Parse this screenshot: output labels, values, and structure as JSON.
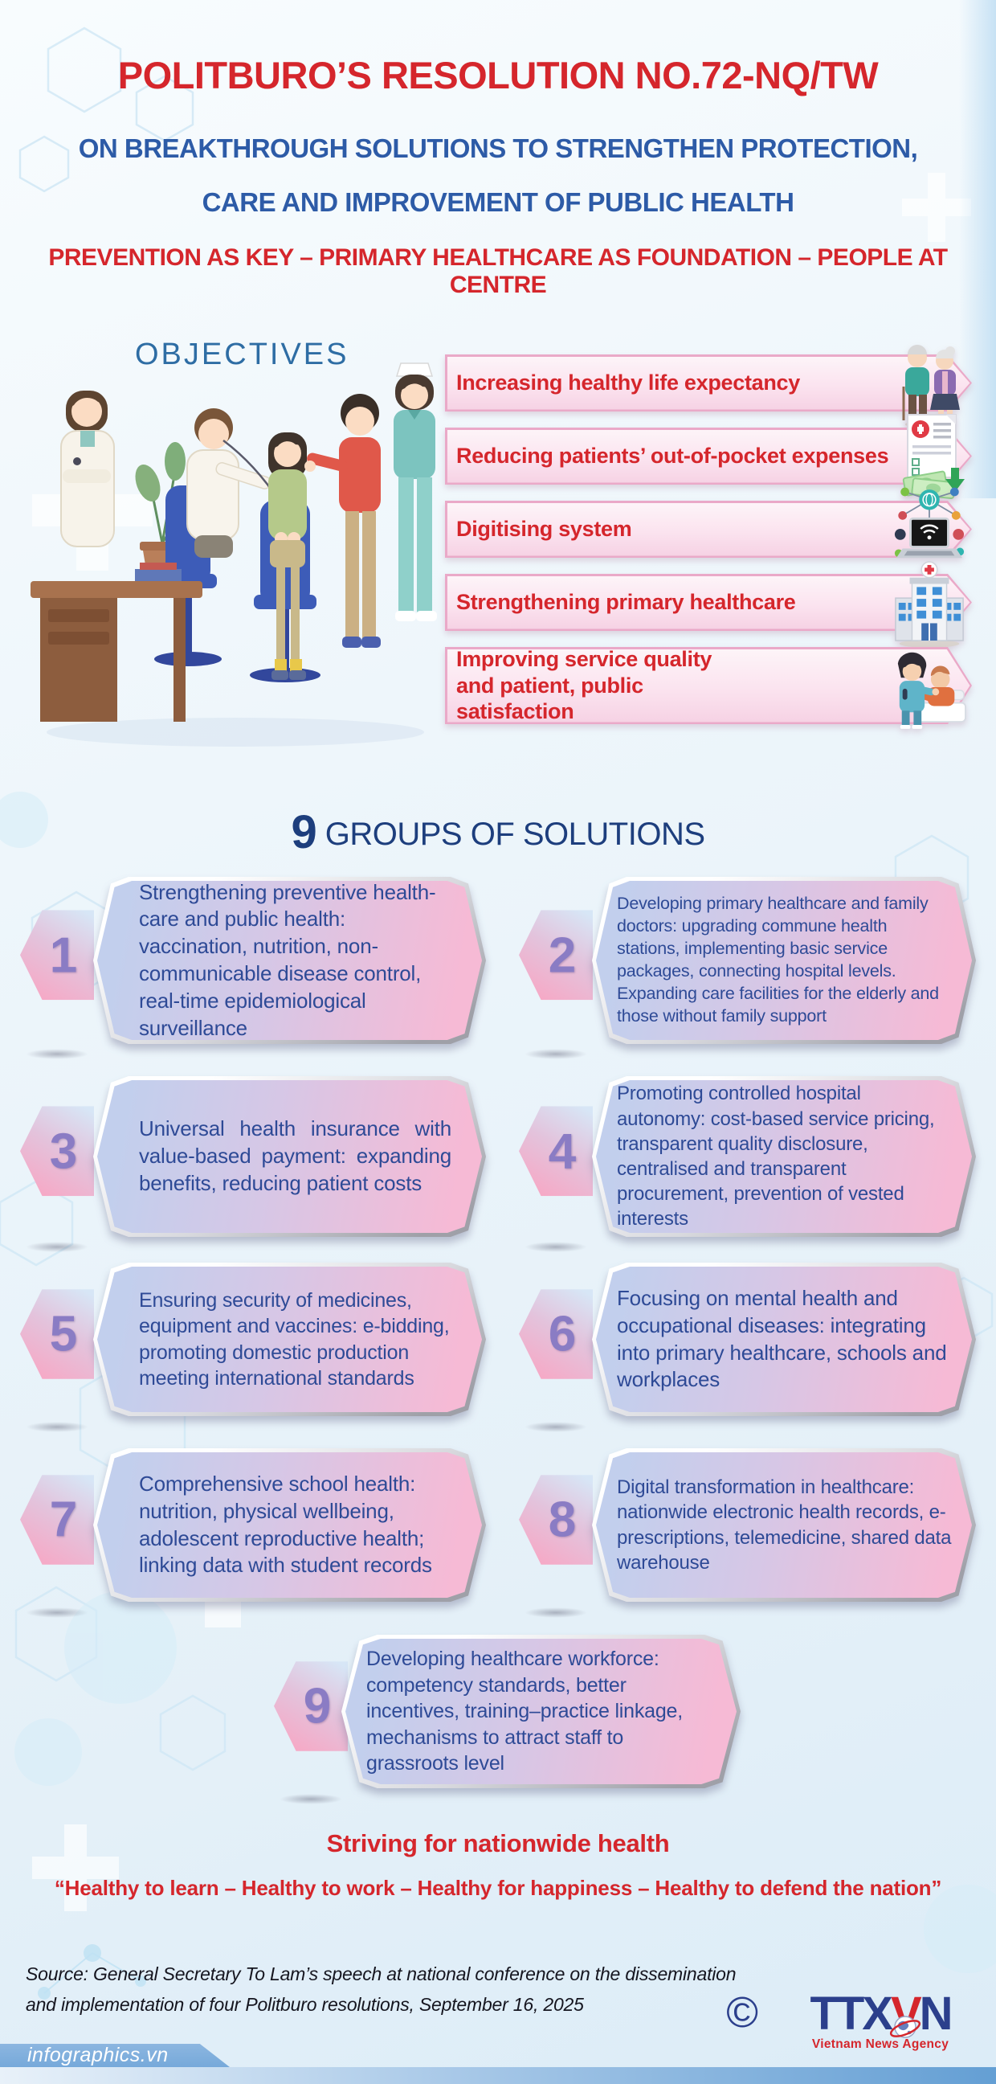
{
  "header": {
    "title": "POLITBURO’S RESOLUTION NO.72-NQ/TW",
    "subtitle_line1": "ON BREAKTHROUGH SOLUTIONS TO STRENGTHEN PROTECTION,",
    "subtitle_line2": "CARE AND IMPROVEMENT OF PUBLIC HEALTH",
    "slogan": "PREVENTION AS KEY – PRIMARY HEALTHCARE AS FOUNDATION – PEOPLE AT CENTRE"
  },
  "objectives": {
    "heading": "OBJECTIVES",
    "items": [
      {
        "label": "Increasing healthy life expectancy",
        "icon": "elderly-couple-icon"
      },
      {
        "label": "Reducing patients’ out-of-pocket expenses",
        "icon": "medical-bill-money-icon"
      },
      {
        "label": "Digitising system",
        "icon": "digital-network-laptop-icon"
      },
      {
        "label": "Strengthening primary healthcare",
        "icon": "hospital-building-icon"
      },
      {
        "label": "Improving service quality and patient, public satisfaction",
        "icon": "nurse-patient-care-icon"
      }
    ]
  },
  "solutions": {
    "heading_number": "9",
    "heading_text": "GROUPS OF SOLUTIONS",
    "items": [
      {
        "number": "1",
        "text": "Strengthening preventive health-care and public health: vaccination, nutrition, non-communicable disease control, real-time epidemiological surveillance"
      },
      {
        "number": "2",
        "text": "Developing primary healthcare and family doctors: upgrading commune health stations, implementing basic service packages, connecting hospital levels. Expanding care facilities for the elderly and those without family support"
      },
      {
        "number": "3",
        "text": "Universal health insurance with value-based payment: expanding benefits, reducing patient costs"
      },
      {
        "number": "4",
        "text": "Promoting controlled hospital autonomy: cost-based service pricing, transparent quality disclosure, centralised and transparent procurement, prevention of vested interests"
      },
      {
        "number": "5",
        "text": "Ensuring security of medicines, equipment and vaccines: e-bidding, promoting domestic production meeting international standards"
      },
      {
        "number": "6",
        "text": "Focusing on mental health and occupational diseases: integrating into primary healthcare, schools and workplaces"
      },
      {
        "number": "7",
        "text": "Comprehensive school health: nutrition, physical wellbeing, adolescent reproductive health; linking data with student records"
      },
      {
        "number": "8",
        "text": "Digital transformation in healthcare: nationwide electronic health records, e-prescriptions, telemedicine, shared data warehouse"
      },
      {
        "number": "9",
        "text": "Developing healthcare workforce: competency standards, better incentives, training–practice linkage, mechanisms to attract staff to grassroots level"
      }
    ]
  },
  "closing": {
    "line1": "Striving for nationwide health",
    "line2": "“Healthy to learn – Healthy to work – Healthy for happiness – Healthy to defend the nation”"
  },
  "source": {
    "line1": "Source: General Secretary To Lam’s speech at national conference on the dissemination",
    "line2": "and implementation of four Politburo resolutions, September 16, 2025"
  },
  "branding": {
    "website": "infographics.vn",
    "copyright_symbol": "©",
    "logo_ttx": "TTX",
    "logo_v": "V",
    "logo_n": "N",
    "logo_caption": "Vietnam News Agency"
  },
  "colors": {
    "accent_red": "#d5262c",
    "accent_blue": "#2d5ba7",
    "heading_navy": "#1d3e7d",
    "box_text_navy": "#2e4a96",
    "number_purple": "#8a7cc4",
    "banner_border_pink": "#eaa9c8",
    "footer_blue": "#76a9da"
  }
}
